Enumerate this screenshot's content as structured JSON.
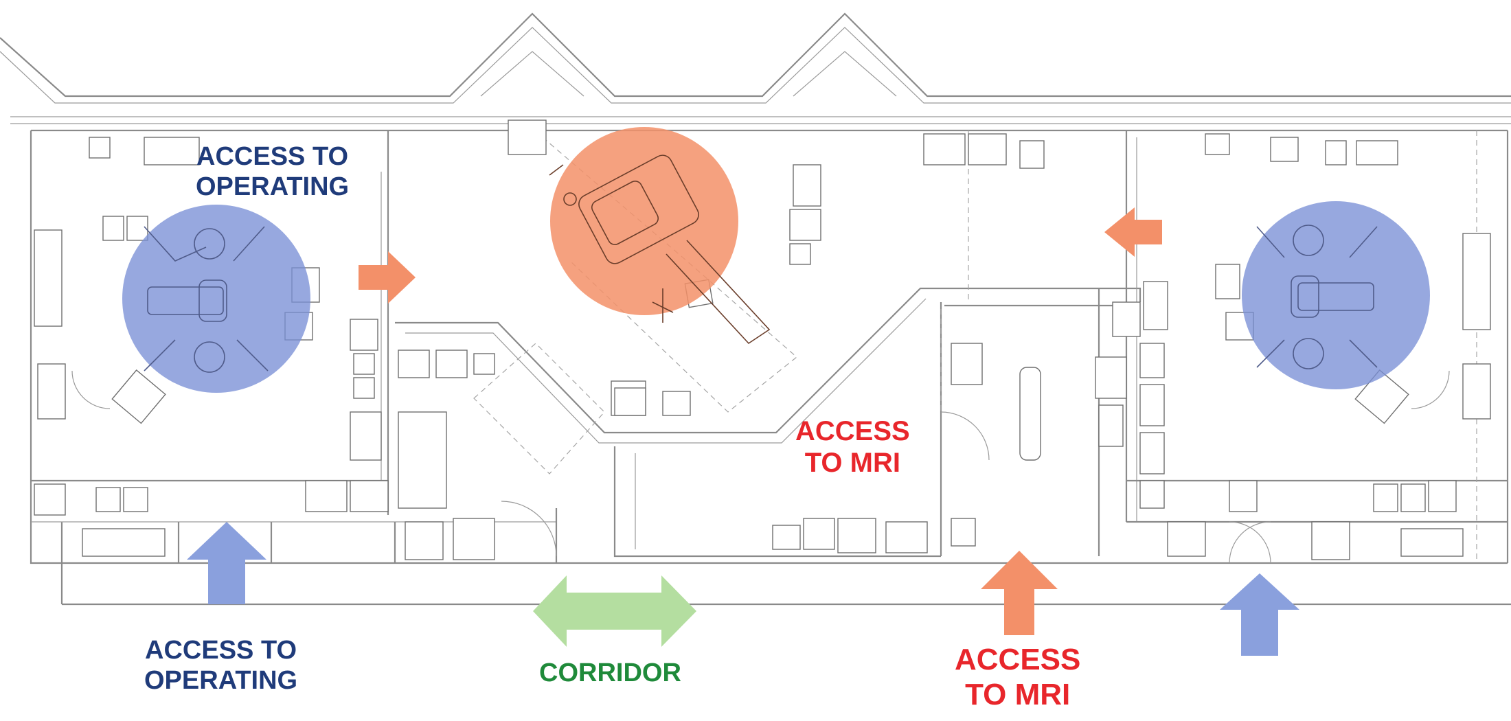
{
  "labels": {
    "or_top": {
      "line1": "ACCESS TO",
      "line2": "OPERATING"
    },
    "or_bottom": {
      "line1": "ACCESS TO",
      "line2": "OPERATING"
    },
    "corridor": "CORRIDOR",
    "mri_mid": {
      "line1": "ACCESS",
      "line2": "TO MRI"
    },
    "mri_bottom": {
      "line1": "ACCESS",
      "line2": "TO MRI"
    }
  },
  "colors": {
    "operating": "#1f3b7a",
    "operating_zone": "#7a8fd6",
    "mri": "#e8262b",
    "mri_zone": "#f39069",
    "corridor": "#1f8a3a",
    "corridor_arrow": "#b4dea0"
  }
}
